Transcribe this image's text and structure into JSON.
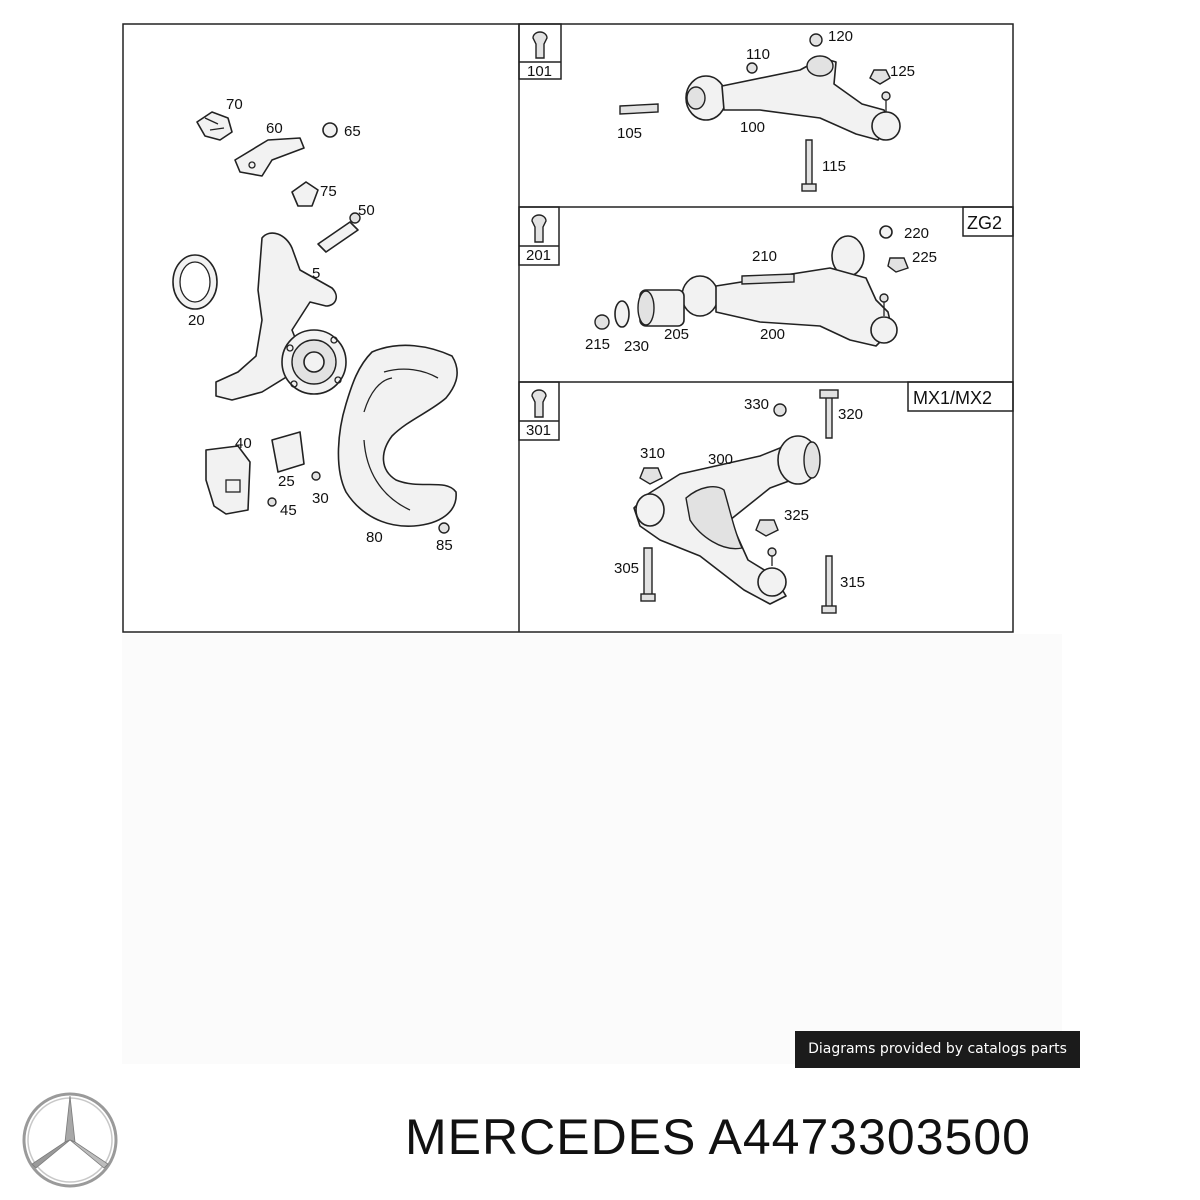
{
  "diagram": {
    "left_panel_callouts": [
      "70",
      "60",
      "65",
      "75",
      "50",
      "5",
      "20",
      "40",
      "25",
      "30",
      "45",
      "80",
      "85"
    ],
    "panel_1": {
      "box_label": "101",
      "callouts": [
        "110",
        "120",
        "125",
        "105",
        "100",
        "115"
      ]
    },
    "panel_2": {
      "variant": "ZG2",
      "box_label": "201",
      "callouts": [
        "220",
        "225",
        "210",
        "215",
        "230",
        "205",
        "200"
      ]
    },
    "panel_3": {
      "variant": "MX1/MX2",
      "box_label": "301",
      "callouts": [
        "330",
        "320",
        "310",
        "300",
        "325",
        "305",
        "315"
      ]
    }
  },
  "credit": "Diagrams provided by catalogs parts",
  "brand_line": "MERCEDES A4473303500",
  "icons": {
    "brand_logo": "mercedes-star-icon",
    "bolt": "bolt-icon"
  }
}
